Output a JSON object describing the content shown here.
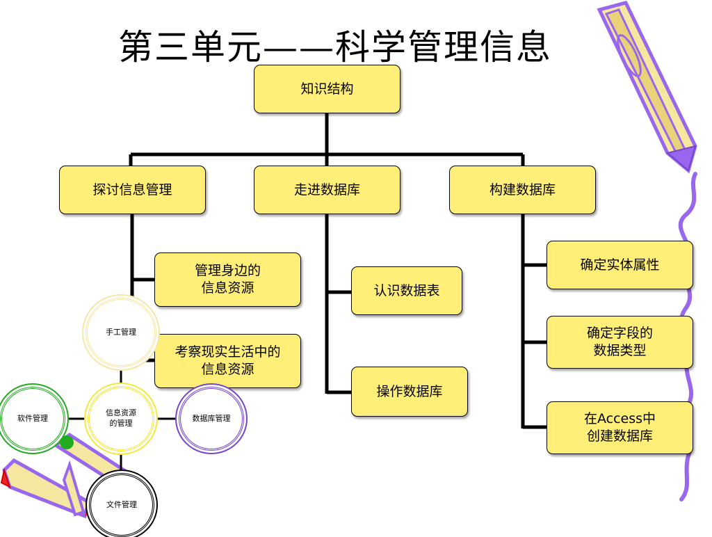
{
  "title": "第三单元——科学管理信息",
  "root": "知识结构",
  "branches": [
    {
      "label": "探讨信息管理",
      "children": [
        "管理身边的\n信息资源",
        "考察现实生活中的\n信息资源"
      ]
    },
    {
      "label": "走进数据库",
      "children": [
        "认识数据表",
        "操作数据库"
      ]
    },
    {
      "label": "构建数据库",
      "children": [
        "确定实体属性",
        "确定字段的\n数据类型",
        "在Access中\n创建数据库"
      ]
    }
  ],
  "circles": {
    "top": "手工管理",
    "center": "信息资源\n的管理",
    "left": "软件管理",
    "right": "数据库管理",
    "bottom": "文件管理"
  },
  "colors": {
    "box_fill": "#ffee77",
    "circle_top": "#f6e6a6",
    "circle_center": "#f2e83a",
    "circle_left": "#22aa22",
    "circle_right": "#7744cc",
    "circle_bottom": "#000000",
    "pencil_purple": "#9966ee",
    "pencil_body": "#f5e6a0",
    "pencil_tip_red": "#ee2222"
  }
}
